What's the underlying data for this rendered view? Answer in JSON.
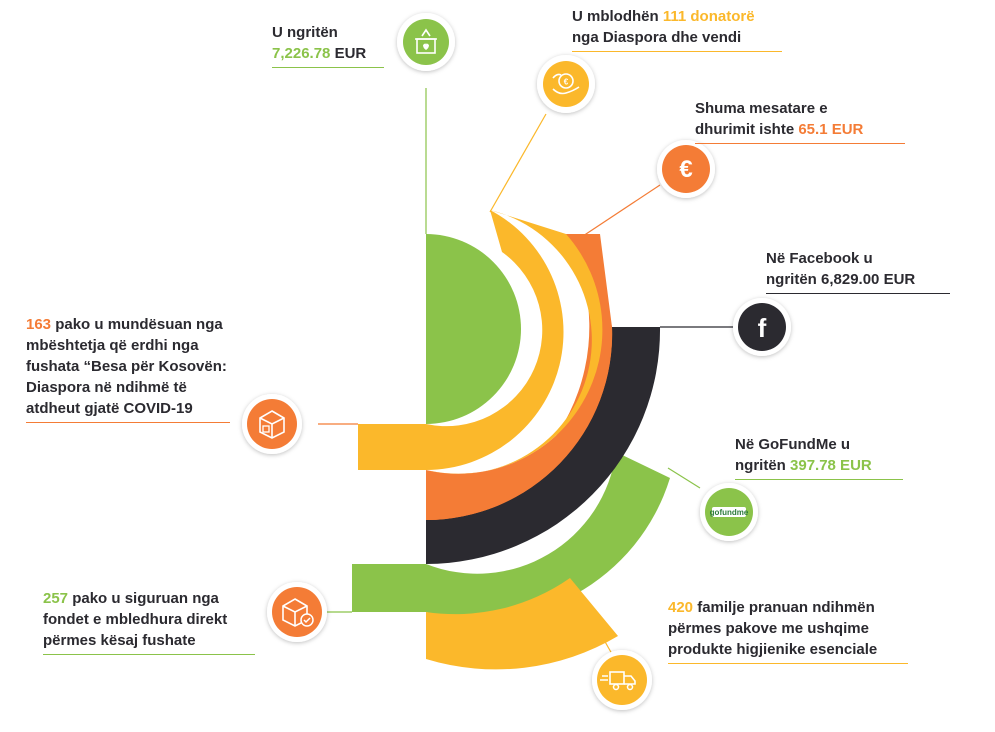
{
  "colors": {
    "green": "#8bc34a",
    "yellow": "#fbb82b",
    "orange": "#f47c36",
    "dark": "#2b2a30"
  },
  "stats": {
    "raised": {
      "prefix": "U ngritën",
      "value": "7,226.78",
      "suffix": "EUR",
      "icon": "donation-box-icon"
    },
    "donors": {
      "prefix": "U mblodhën",
      "value": "111 donatorë",
      "line2": "nga Diaspora dhe vendi",
      "icon": "hand-coin-icon"
    },
    "average": {
      "line1": "Shuma mesatare e",
      "prefix": "dhurimit ishte",
      "value": "65.1 EUR",
      "icon": "euro-icon"
    },
    "facebook": {
      "line1": "Në Facebook u",
      "prefix": "ngritën",
      "value": "6,829.00 EUR",
      "icon": "facebook-icon"
    },
    "gofundme": {
      "line1": "Në GoFundMe u",
      "prefix": "ngritën",
      "value": "397.78 EUR",
      "icon": "gofundme-icon",
      "logo_text": "gofundme"
    },
    "packages_supported": {
      "value": "163",
      "line1_rest": "pako u mundësuan nga",
      "line2": "mbështetja që erdhi nga",
      "line3": "fushata “Besa për Kosovën:",
      "line4": "Diaspora në ndihmë të",
      "line5": "atdheut gjatë COVID-19",
      "icon": "package-icon"
    },
    "packages_secured": {
      "value": "257",
      "line1_rest": "pako u siguruan nga",
      "line2": "fondet e mbledhura direkt",
      "line3": "përmes kësaj fushate",
      "icon": "package-check-icon"
    },
    "families": {
      "value": "420",
      "line1_rest": "familje pranuan ndihmën",
      "line2": "përmes pakove me ushqime",
      "line3": "produkte higjienike esenciale",
      "icon": "delivery-truck-icon"
    }
  }
}
